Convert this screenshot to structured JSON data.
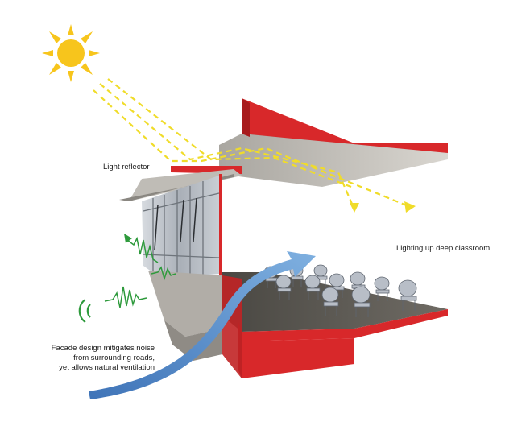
{
  "labels": {
    "light_reflector": "Light reflector",
    "lighting_deep_classroom": "Lighting up deep classroom",
    "facade_line1": "Facade design mitigates noise",
    "facade_line2": "from surrounding roads,",
    "facade_line3": "yet allows natural ventilation"
  },
  "colors": {
    "sun": "#f7c51c",
    "light_ray": "#f0dc2a",
    "structure_red": "#d8282a",
    "airflow_arrow": "#4a7fbf",
    "noise_wave": "#2e9a3c",
    "floor": "#5d5a55",
    "glass": "#b9bfc6"
  },
  "icons": [
    "sun-icon",
    "noise-wave-icon",
    "sound-source-icon",
    "airflow-arrow-icon"
  ]
}
